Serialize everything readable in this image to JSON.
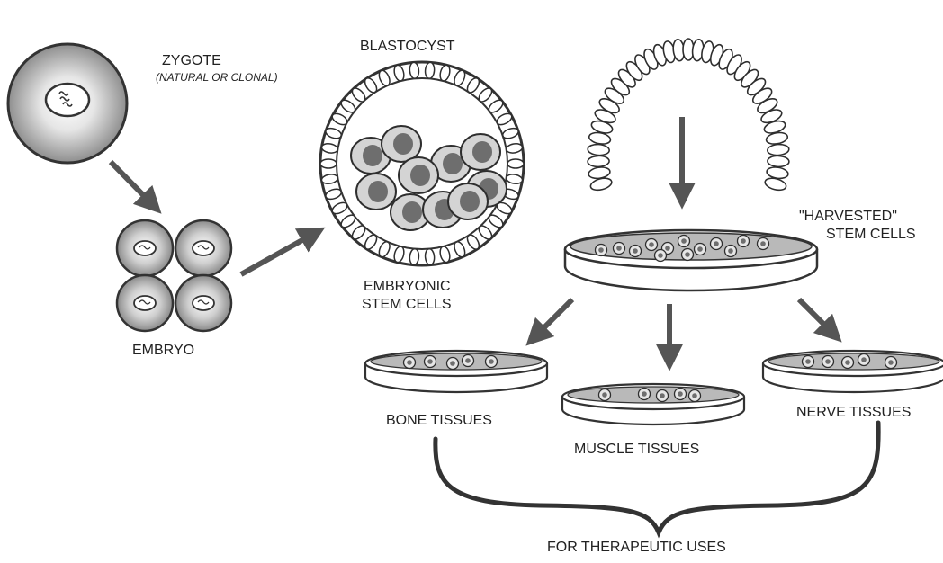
{
  "labels": {
    "zygote": "ZYGOTE",
    "zygote_note": "(NATURAL OR CLONAL)",
    "blastocyst": "BLASTOCYST",
    "embryonic_line1": "EMBRYONIC",
    "embryonic_line2": "STEM CELLS",
    "embryo": "EMBRYO",
    "harvested_line1": "\"HARVESTED\"",
    "harvested_line2": "STEM CELLS",
    "bone": "BONE TISSUES",
    "muscle": "MUSCLE TISSUES",
    "nerve": "NERVE TISSUES",
    "therapeutic": "FOR THERAPEUTIC USES"
  },
  "colors": {
    "stroke": "#2e2e2e",
    "arrow": "#555555",
    "dish_surface": "#b9b9b9",
    "cell_light": "#d4d4d4",
    "nucleus": "#6e6e6e"
  }
}
